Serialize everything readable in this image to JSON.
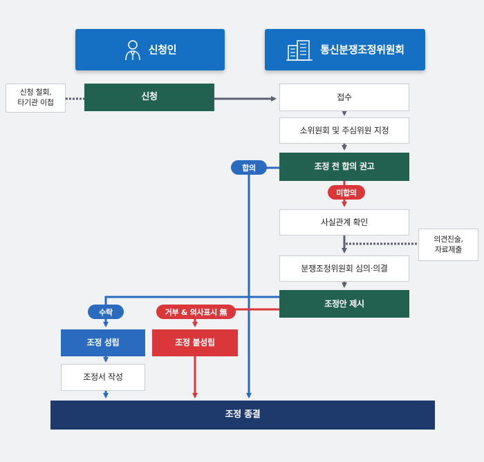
{
  "header": {
    "applicant": {
      "label": "신청인",
      "icon": "person-icon"
    },
    "committee": {
      "label": "통신분쟁조정위원회",
      "icon": "building-icon"
    }
  },
  "notes": {
    "withdrawal": "신청 철회,\n타기관 이첩",
    "statement": "의견진술,\n자료제출"
  },
  "steps": {
    "application": "신청",
    "receipt": "접수",
    "designation": "소위원회 및 주심위원 지정",
    "recommendation": "조정 전 합의 권고",
    "fact_check": "사실관계 확인",
    "deliberation": "분쟁조정위원회 심의·의결",
    "proposal": "조정안 제시",
    "success": "조정 성립",
    "failure": "조정 불성립",
    "document": "조정서 작성",
    "end": "조정 종결"
  },
  "pills": {
    "agreement": "합의",
    "disagreement": "미합의",
    "accept": "수락",
    "reject": "거부 & 의사표시 無"
  },
  "colors": {
    "background": "#f1f2f4",
    "header_blue": "#1570c4",
    "step_green": "#22614f",
    "accent_blue": "#2b6bbf",
    "accent_red": "#d9373a",
    "end_navy": "#1e3a6c",
    "connector_gray": "#5b6170"
  }
}
